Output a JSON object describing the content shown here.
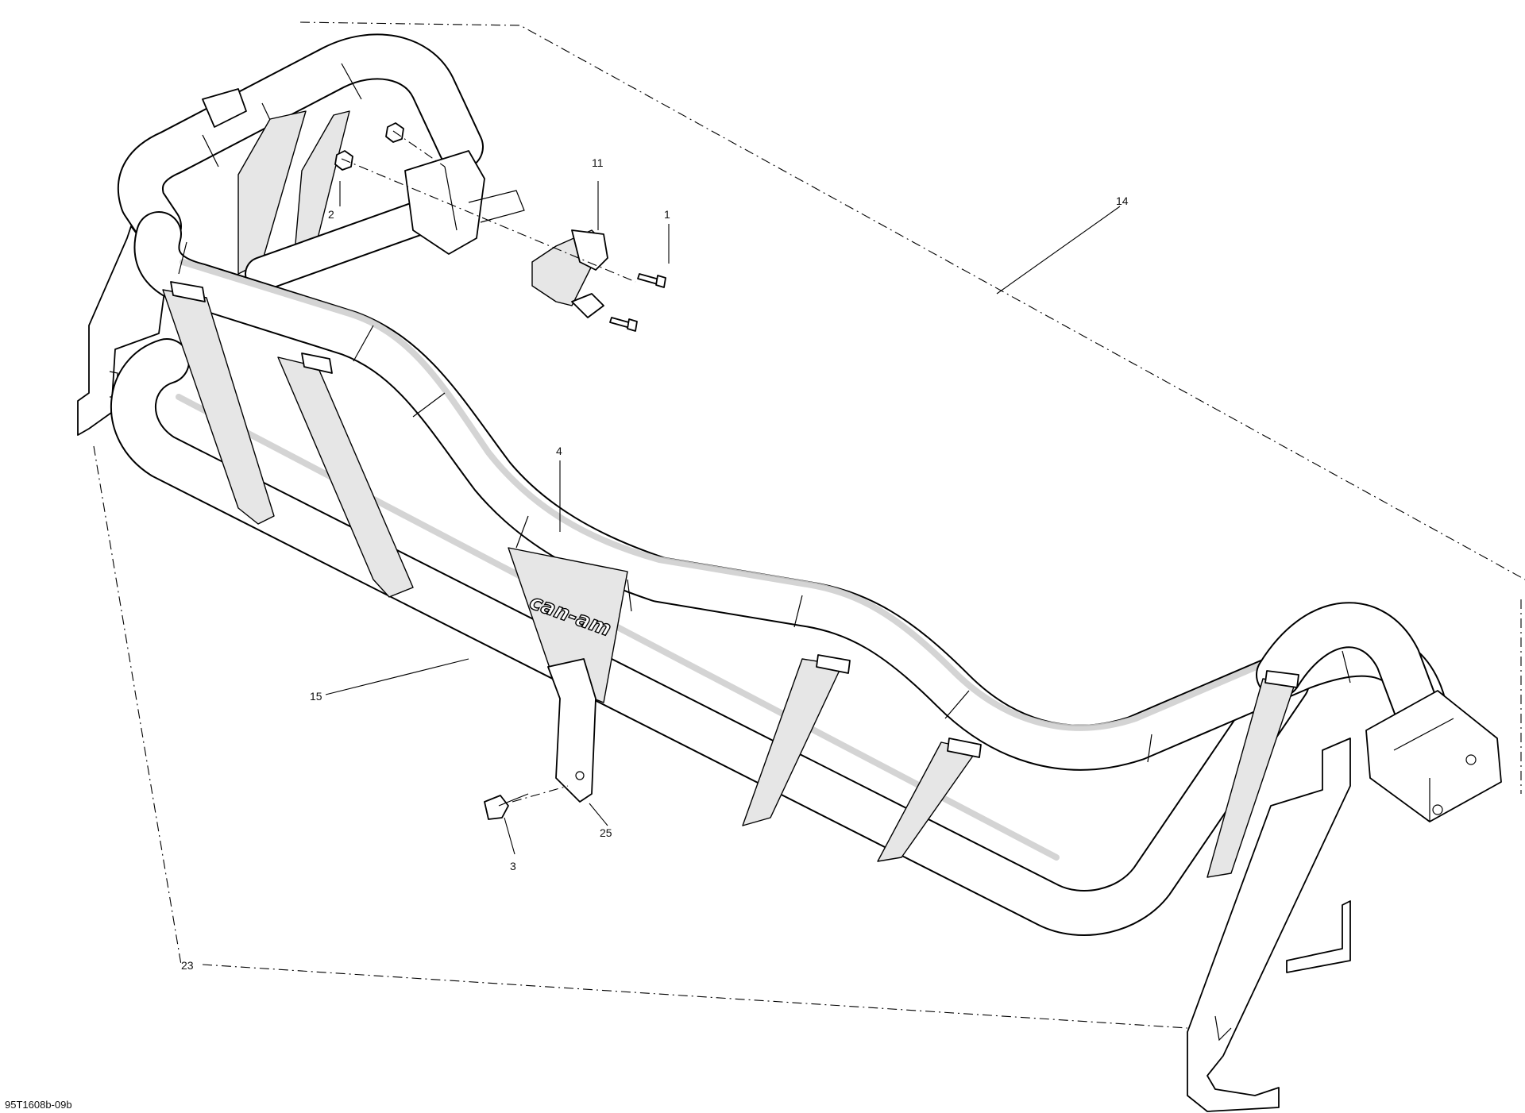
{
  "diagram": {
    "drawing_code": "95T1608b-09b",
    "logo_text": "can-am",
    "callouts": [
      {
        "id": "c1",
        "label": "1"
      },
      {
        "id": "c2",
        "label": "2"
      },
      {
        "id": "c3",
        "label": "3"
      },
      {
        "id": "c4",
        "label": "4"
      },
      {
        "id": "c11",
        "label": "11"
      },
      {
        "id": "c14",
        "label": "14"
      },
      {
        "id": "c15",
        "label": "15"
      },
      {
        "id": "c23",
        "label": "23"
      },
      {
        "id": "c25",
        "label": "25"
      }
    ]
  }
}
